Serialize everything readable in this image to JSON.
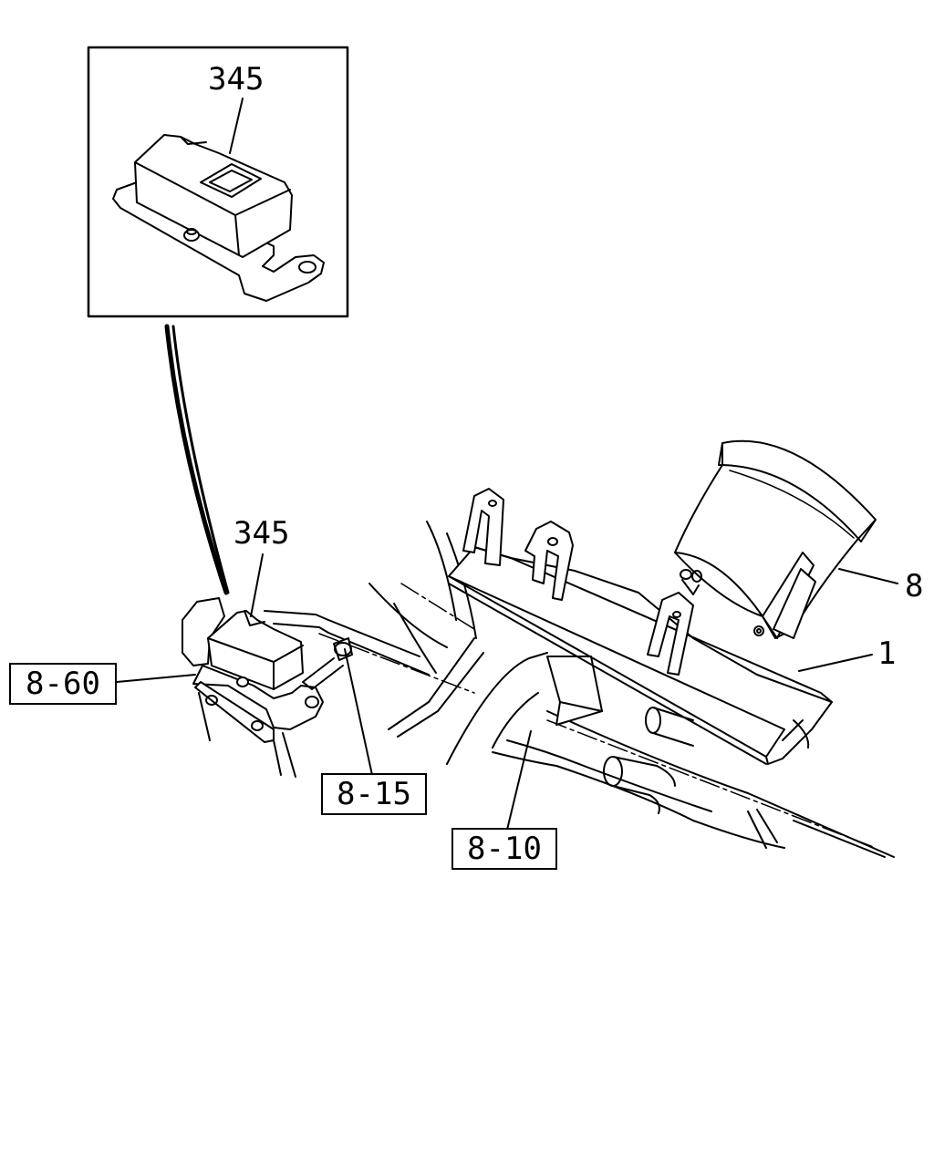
{
  "labels": {
    "inset_part": "345",
    "main_part": "345",
    "part_8": "8",
    "part_1": "1"
  },
  "refs": {
    "ref_8_60": "8-60",
    "ref_8_15": "8-15",
    "ref_8_10": "8-10"
  }
}
